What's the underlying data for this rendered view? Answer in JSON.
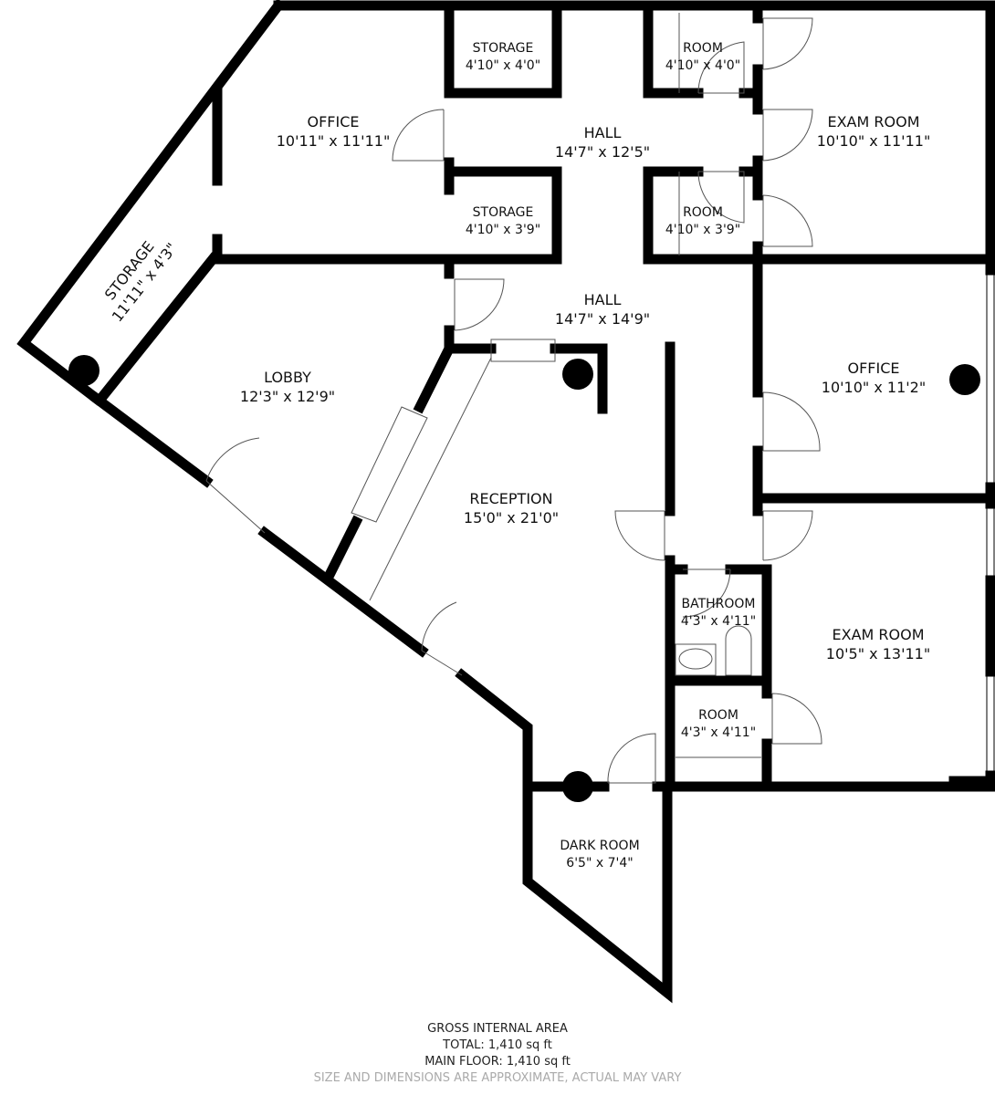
{
  "floorplan": {
    "rooms": [
      {
        "id": "office-1",
        "name": "OFFICE",
        "dims": "10'11\" x 11'11\""
      },
      {
        "id": "storage-1",
        "name": "STORAGE",
        "dims": "4'10\" x 4'0\""
      },
      {
        "id": "storage-2",
        "name": "STORAGE",
        "dims": "4'10\" x 3'9\""
      },
      {
        "id": "room-1",
        "name": "ROOM",
        "dims": "4'10\" x 4'0\""
      },
      {
        "id": "room-2",
        "name": "ROOM",
        "dims": "4'10\" x 3'9\""
      },
      {
        "id": "hall-1",
        "name": "HALL",
        "dims": "14'7\" x 12'5\""
      },
      {
        "id": "exam-room-1",
        "name": "EXAM ROOM",
        "dims": "10'10\" x 11'11\""
      },
      {
        "id": "storage-3",
        "name": "STORAGE",
        "dims": "11'11\" x 4'3\""
      },
      {
        "id": "hall-2",
        "name": "HALL",
        "dims": "14'7\" x 14'9\""
      },
      {
        "id": "lobby",
        "name": "LOBBY",
        "dims": "12'3\" x 12'9\""
      },
      {
        "id": "office-2",
        "name": "OFFICE",
        "dims": "10'10\" x 11'2\""
      },
      {
        "id": "reception",
        "name": "RECEPTION",
        "dims": "15'0\" x 21'0\""
      },
      {
        "id": "bathroom",
        "name": "BATHROOM",
        "dims": "4'3\" x 4'11\""
      },
      {
        "id": "exam-room-2",
        "name": "EXAM ROOM",
        "dims": "10'5\" x 13'11\""
      },
      {
        "id": "room-3",
        "name": "ROOM",
        "dims": "4'3\" x 4'11\""
      },
      {
        "id": "dark-room",
        "name": "DARK ROOM",
        "dims": "6'5\" x 7'4\""
      }
    ],
    "colors": {
      "wall": "#000000",
      "background": "#ffffff",
      "text": "#111111",
      "disclaimer": "#aaaaaa"
    }
  },
  "summary": {
    "heading": "GROSS INTERNAL AREA",
    "total": "TOTAL: 1,410 sq ft",
    "main_floor": "MAIN FLOOR: 1,410 sq ft",
    "disclaimer": "SIZE AND DIMENSIONS ARE APPROXIMATE, ACTUAL MAY VARY"
  }
}
